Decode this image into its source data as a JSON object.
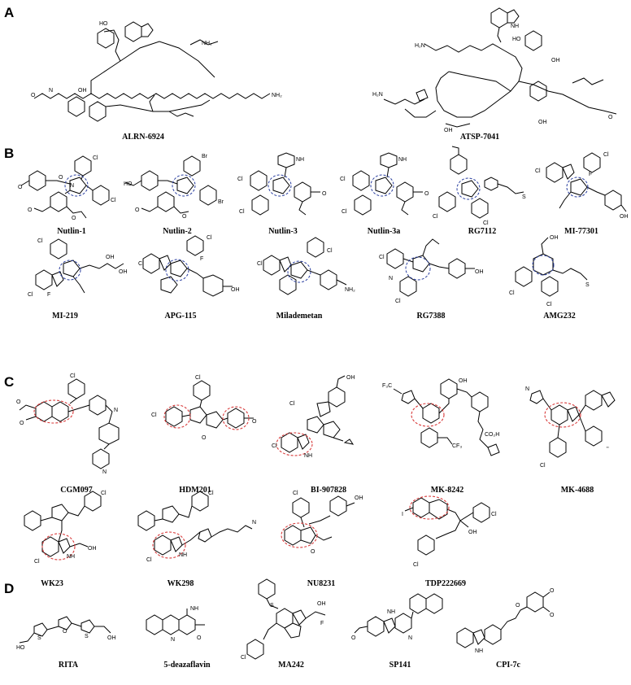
{
  "panels": {
    "A": {
      "label": "A",
      "compounds": [
        {
          "name": "ALRN-6924"
        },
        {
          "name": "ATSP-7041"
        }
      ]
    },
    "B": {
      "label": "B",
      "compounds": [
        {
          "name": "Nutlin-1"
        },
        {
          "name": "Nutlin-2"
        },
        {
          "name": "Nutlin-3"
        },
        {
          "name": "Nutlin-3a"
        },
        {
          "name": "RG7112"
        },
        {
          "name": "MI-77301"
        },
        {
          "name": "MI-219"
        },
        {
          "name": "APG-115"
        },
        {
          "name": "Milademetan"
        },
        {
          "name": "RG7388"
        },
        {
          "name": "AMG232"
        }
      ]
    },
    "C": {
      "label": "C",
      "compounds": [
        {
          "name": "CGM097"
        },
        {
          "name": "HDM201"
        },
        {
          "name": "BI-907828"
        },
        {
          "name": "MK-8242"
        },
        {
          "name": "MK-4688"
        },
        {
          "name": "WK23"
        },
        {
          "name": "WK298"
        },
        {
          "name": "NU8231"
        },
        {
          "name": "TDP222669"
        }
      ]
    },
    "D": {
      "label": "D",
      "compounds": [
        {
          "name": "RITA"
        },
        {
          "name": "5-deazaflavin"
        },
        {
          "name": "MA242"
        },
        {
          "name": "SP141"
        },
        {
          "name": "CPI-7c"
        }
      ]
    }
  }
}
